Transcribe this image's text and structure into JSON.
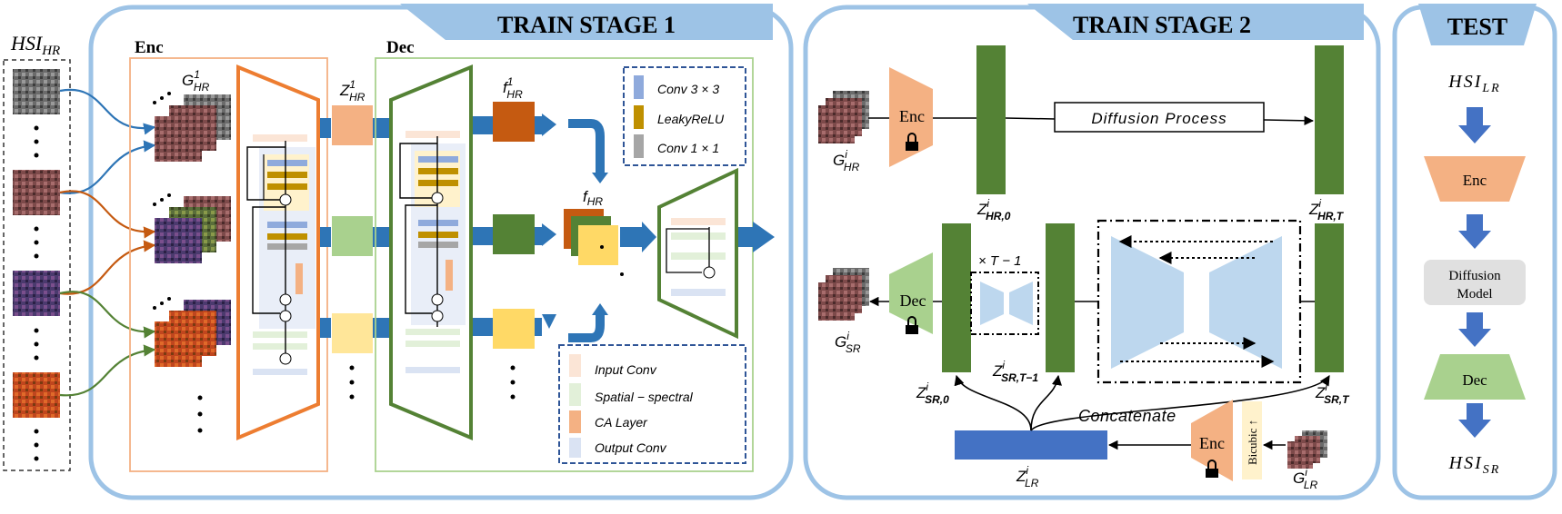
{
  "colors": {
    "panel_border": "#9dc3e6",
    "banner_fill": "#9dc3e6",
    "enc_orange": "#f4b183",
    "enc_border": "#ed7d31",
    "dec_green": "#a9d18e",
    "dec_border": "#548235",
    "latent_green": "#548235",
    "arrow_blue": "#4472c4",
    "legend_border": "#2f5597",
    "conv3": "#8faadc",
    "leaky": "#bf9000",
    "conv1": "#a6a6a6",
    "input_conv": "#fbe5d6",
    "spatial": "#e2f0d9",
    "ca_layer": "#f4b183",
    "output_conv": "#dae3f3",
    "unet_blue": "#bdd7ee",
    "dark_orange": "#c55a11",
    "yellow": "#ffd966"
  },
  "left_column": {
    "title_main": "HSI",
    "title_sub": "HR"
  },
  "stage1": {
    "banner": "TRAIN STAGE 1",
    "enc_label": "Enc",
    "dec_label": "Dec",
    "g_main": "G",
    "g_sup": "1",
    "g_sub": "HR",
    "z_main": "Z",
    "z_sup": "1",
    "z_sub": "HR",
    "f1_main": "f",
    "f1_sup": "1",
    "f1_sub": "HR",
    "f_main": "f",
    "f_sub": "HR",
    "legend_top": [
      {
        "label": "Conv 3 × 3",
        "color_key": "conv3"
      },
      {
        "label": "LeakyReLU",
        "color_key": "leaky"
      },
      {
        "label": "Conv 1 × 1",
        "color_key": "conv1"
      }
    ],
    "legend_bottom": [
      {
        "label": "Input Conv",
        "color_key": "input_conv"
      },
      {
        "label": "Spatial − spectral",
        "color_key": "spatial"
      },
      {
        "label": "CA Layer",
        "color_key": "ca_layer"
      },
      {
        "label": "Output Conv",
        "color_key": "output_conv"
      }
    ]
  },
  "stage2": {
    "banner": "TRAIN STAGE 2",
    "enc_label": "Enc",
    "dec_label": "Dec",
    "enc2_label": "Enc",
    "diffusion_label": "Diffusion Process",
    "times_label": "× T − 1",
    "concatenate": "Concatenate",
    "bicubic": "Bicubic ↑",
    "g_hr_main": "G",
    "g_hr_sup": "i",
    "g_hr_sub": "HR",
    "g_sr_main": "G",
    "g_sr_sup": "i",
    "g_sr_sub": "SR",
    "g_lr_main": "G",
    "g_lr_sup": "i",
    "g_lr_sub": "LR",
    "z_hr0_main": "Z",
    "z_hr0_sup": "i",
    "z_hr0_sub": "HR,0",
    "z_hrT_main": "Z",
    "z_hrT_sup": "i",
    "z_hrT_sub": "HR,T",
    "z_sr0_main": "Z",
    "z_sr0_sup": "i",
    "z_sr0_sub": "SR,0",
    "z_srT1_main": "Z",
    "z_srT1_sup": "i",
    "z_srT1_sub": "SR,T−1",
    "z_srT_main": "Z",
    "z_srT_sup": "i",
    "z_srT_sub": "SR,T",
    "z_lr_main": "Z",
    "z_lr_sup": "i",
    "z_lr_sub": "LR"
  },
  "test": {
    "banner": "TEST",
    "input_main": "HSI",
    "input_sub": "LR",
    "enc_label": "Enc",
    "diffusion_line1": "Diffusion",
    "diffusion_line2": "Model",
    "dec_label": "Dec",
    "output_main": "HSI",
    "output_sub": "SR"
  }
}
